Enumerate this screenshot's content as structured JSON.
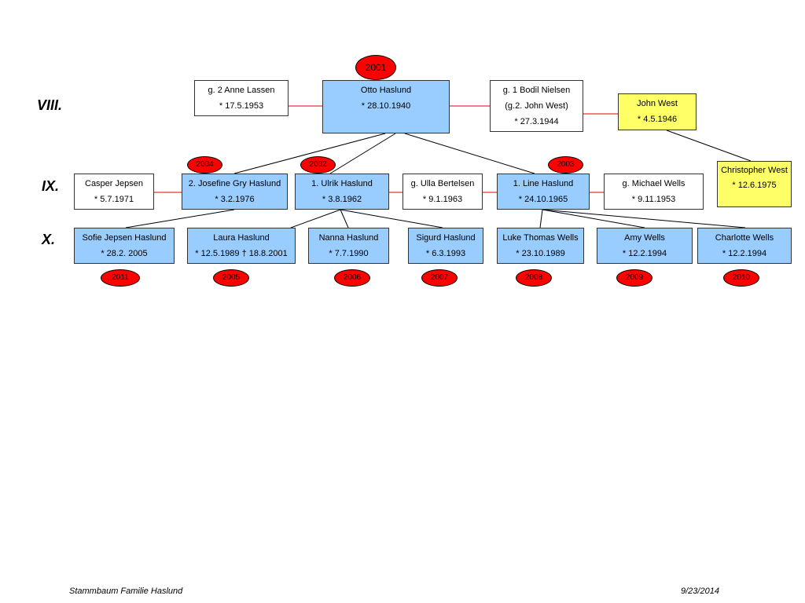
{
  "generations": {
    "viii": "VIII.",
    "ix": "IX.",
    "x": "X."
  },
  "badges": {
    "b2001": "2001",
    "b2002": "2002",
    "b2003": "2003",
    "b2004": "2004",
    "b2005": "2005",
    "b2006": "2006",
    "b2007": "2007",
    "b2008": "2008",
    "b2009": "2009",
    "b2010": "2010",
    "b2011": "2011"
  },
  "gen8": {
    "anne": {
      "name": "g. 2 Anne Lassen",
      "date": "* 17.5.1953"
    },
    "otto": {
      "name": "Otto Haslund",
      "date": "* 28.10.1940"
    },
    "bodil": {
      "name": "g. 1 Bodil Nielsen",
      "note": "(g.2. John West)",
      "date": "* 27.3.1944"
    },
    "john": {
      "name": "John West",
      "date": "* 4.5.1946"
    }
  },
  "gen9": {
    "casper": {
      "name": "Casper Jepsen",
      "date": "* 5.7.1971"
    },
    "josefine": {
      "name": "2. Josefine Gry Haslund",
      "date": "* 3.2.1976"
    },
    "ulrik": {
      "name": "1. Ulrik Haslund",
      "date": "* 3.8.1962"
    },
    "ulla": {
      "name": "g. Ulla Bertelsen",
      "date": "* 9.1.1963"
    },
    "line": {
      "name": "1. Line Haslund",
      "date": "* 24.10.1965"
    },
    "michael": {
      "name": "g. Michael Wells",
      "date": "* 9.11.1953"
    },
    "christopher": {
      "name": "Christopher West",
      "date": "* 12.6.1975"
    }
  },
  "gen10": {
    "sofie": {
      "name": "Sofie Jepsen Haslund",
      "date": "* 28.2. 2005"
    },
    "laura": {
      "name": "Laura Haslund",
      "date": "* 12.5.1989 † 18.8.2001"
    },
    "nanna": {
      "name": "Nanna Haslund",
      "date": "* 7.7.1990"
    },
    "sigurd": {
      "name": "Sigurd Haslund",
      "date": "* 6.3.1993"
    },
    "luke": {
      "name": "Luke Thomas Wells",
      "date": "* 23.10.1989"
    },
    "amy": {
      "name": "Amy Wells",
      "date": "* 12.2.1994"
    },
    "charlotte": {
      "name": "Charlotte  Wells",
      "date": "* 12.2.1994"
    }
  },
  "footer": {
    "left": "Stammbaum Familie Haslund",
    "right": "9/23/2014"
  }
}
